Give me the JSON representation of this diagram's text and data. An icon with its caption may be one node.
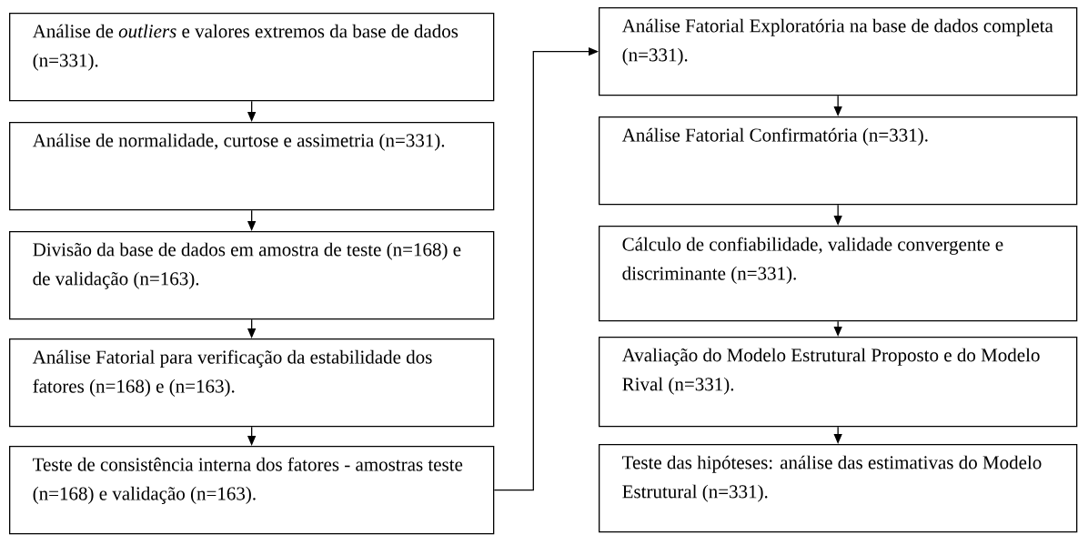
{
  "diagram": {
    "nodes": [
      {
        "text": [
          "Análise de *outliers* e valores extremos da base de dados (n=331)."
        ]
      },
      {
        "text": [
          "Análise de normalidade, curtose e assimetria (n=331)."
        ]
      },
      {
        "text": [
          "Divisão da base de dados em amostra de teste (n=168) e de validação (n=163)."
        ]
      },
      {
        "text": [
          "Análise Fatorial para verificação da estabilidade dos fatores (n=168) e (n=163)."
        ]
      },
      {
        "text": [
          "Teste de consistência interna dos fatores - amostras teste (n=168) e validação (n=163)."
        ]
      },
      {
        "text": [
          "Análise Fatorial Exploratória na base de dados completa (n=331)."
        ]
      },
      {
        "text": [
          "Análise Fatorial Confirmatória (n=331)."
        ]
      },
      {
        "text": [
          "Cálculo de confiabilidade, validade convergente e discriminante (n=331)."
        ]
      },
      {
        "text": [
          "Avaliação do Modelo Estrutural Proposto e do Modelo Rival (n=331)."
        ]
      },
      {
        "text": [
          "Teste das hipóteses: análise das estimativas do Modelo Estrutural (n=331)."
        ]
      }
    ],
    "edges": [
      {
        "from": 0,
        "to": 1,
        "arrow": "to"
      },
      {
        "from": 1,
        "to": 2,
        "arrow": "to"
      },
      {
        "from": 2,
        "to": 3,
        "arrow": "to"
      },
      {
        "from": 3,
        "to": 4,
        "arrow": "to"
      },
      {
        "from": 4,
        "to": 5,
        "arrow": "to"
      },
      {
        "from": 5,
        "to": 6,
        "arrow": "to"
      },
      {
        "from": 6,
        "to": 7,
        "arrow": "to"
      },
      {
        "from": 7,
        "to": 8,
        "arrow": "to"
      },
      {
        "from": 8,
        "to": 9,
        "arrow": "to"
      }
    ]
  }
}
